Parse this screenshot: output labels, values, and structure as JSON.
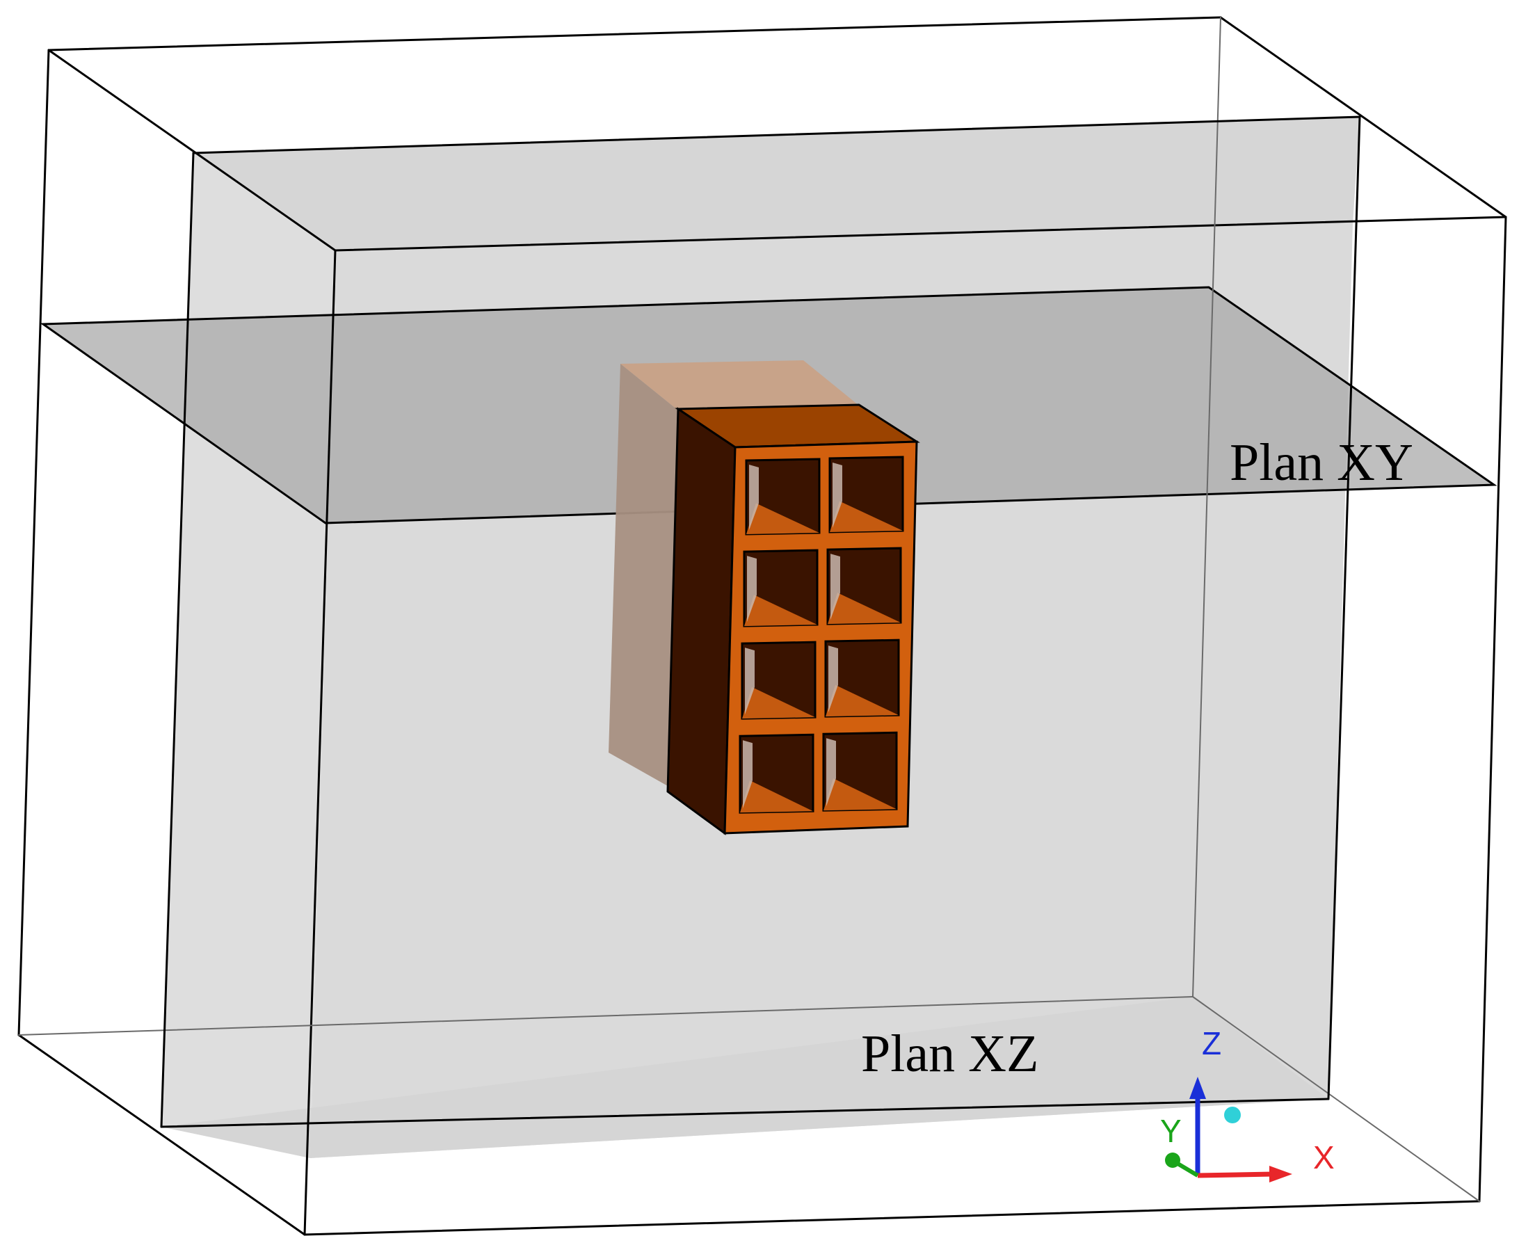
{
  "labels": {
    "plan_xy": "Plan XY",
    "plan_xz": "Plan XZ"
  },
  "axes": {
    "x_label": "X",
    "y_label": "Y",
    "z_label": "Z",
    "x_color": "#e8262a",
    "y_color": "#1aa51a",
    "z_color": "#1a2fd8",
    "marker_color": "#2fd0d8"
  },
  "colors": {
    "domain_fill": "#d6d6d6",
    "plane_fill": "#a9a9a9",
    "brick_front": "#d2600e",
    "brick_top": "#9b4300",
    "brick_side": "#3a1300",
    "ghost_brick": "#c8a48c",
    "edge": "#000000"
  }
}
